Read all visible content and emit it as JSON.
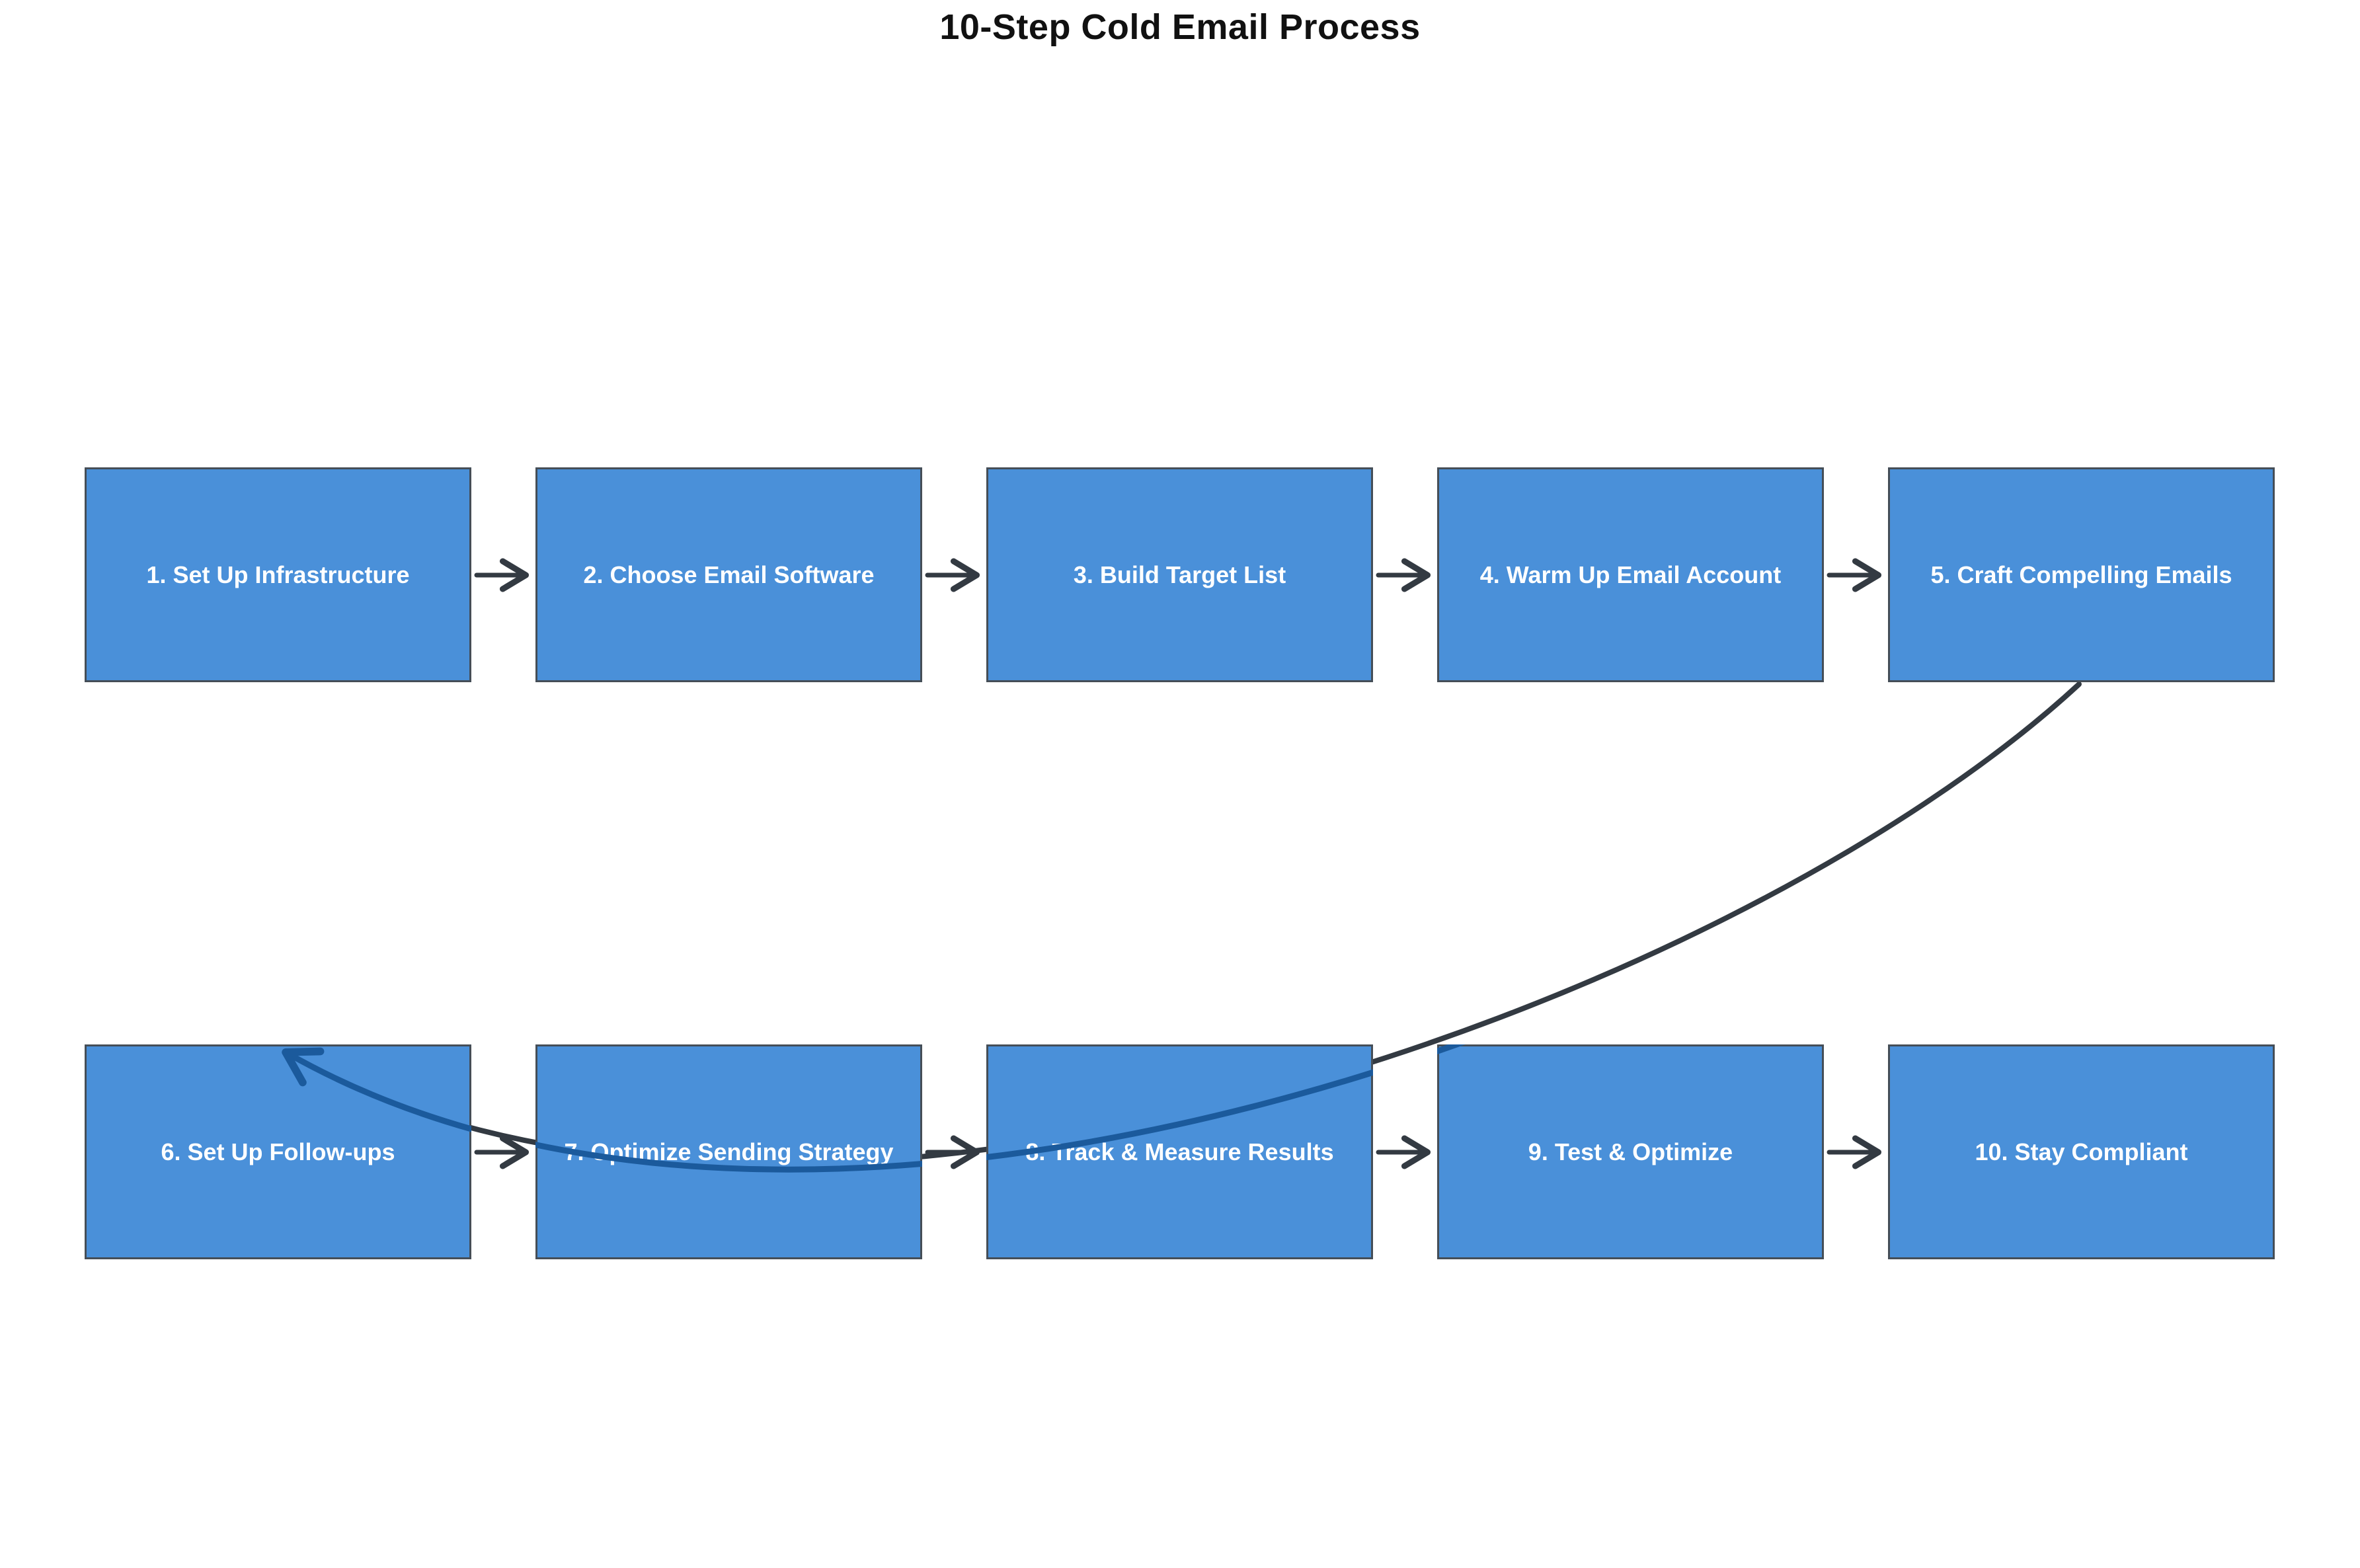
{
  "title": "10-Step Cold Email Process",
  "diagram": {
    "type": "flowchart",
    "steps": [
      {
        "id": 1,
        "label": "1. Set Up Infrastructure"
      },
      {
        "id": 2,
        "label": "2. Choose Email Software"
      },
      {
        "id": 3,
        "label": "3. Build Target List"
      },
      {
        "id": 4,
        "label": "4. Warm Up Email Account"
      },
      {
        "id": 5,
        "label": "5. Craft Compelling Emails"
      },
      {
        "id": 6,
        "label": "6. Set Up Follow-ups"
      },
      {
        "id": 7,
        "label": "7. Optimize Sending Strategy"
      },
      {
        "id": 8,
        "label": "8. Track & Measure Results"
      },
      {
        "id": 9,
        "label": "9. Test & Optimize"
      },
      {
        "id": 10,
        "label": "10. Stay Compliant"
      }
    ],
    "edges": [
      {
        "from": 1,
        "to": 2,
        "style": "straight-arrow"
      },
      {
        "from": 2,
        "to": 3,
        "style": "straight-arrow"
      },
      {
        "from": 3,
        "to": 4,
        "style": "straight-arrow"
      },
      {
        "from": 4,
        "to": 5,
        "style": "straight-arrow"
      },
      {
        "from": 5,
        "to": 6,
        "style": "long-curved-arrow-from-bottom-of-5-to-top-of-6"
      },
      {
        "from": 6,
        "to": 7,
        "style": "straight-arrow"
      },
      {
        "from": 7,
        "to": 8,
        "style": "straight-arrow"
      },
      {
        "from": 8,
        "to": 9,
        "style": "straight-arrow"
      },
      {
        "from": 9,
        "to": 10,
        "style": "straight-arrow"
      }
    ],
    "layout": {
      "rows": 2,
      "columns": 5,
      "row1_steps": [
        1,
        2,
        3,
        4,
        5
      ],
      "row2_steps": [
        6,
        7,
        8,
        9,
        10
      ]
    }
  },
  "colors": {
    "background": "#ffffff",
    "node_fill": "#4a90d9",
    "node_border": "#454e57",
    "node_text": "#ffffff",
    "straight_arrow": "#333a42",
    "curved_arrow_over_white": "#333a42",
    "curved_arrow_over_boxes": "#1b5a9c",
    "title_text": "#111111"
  }
}
